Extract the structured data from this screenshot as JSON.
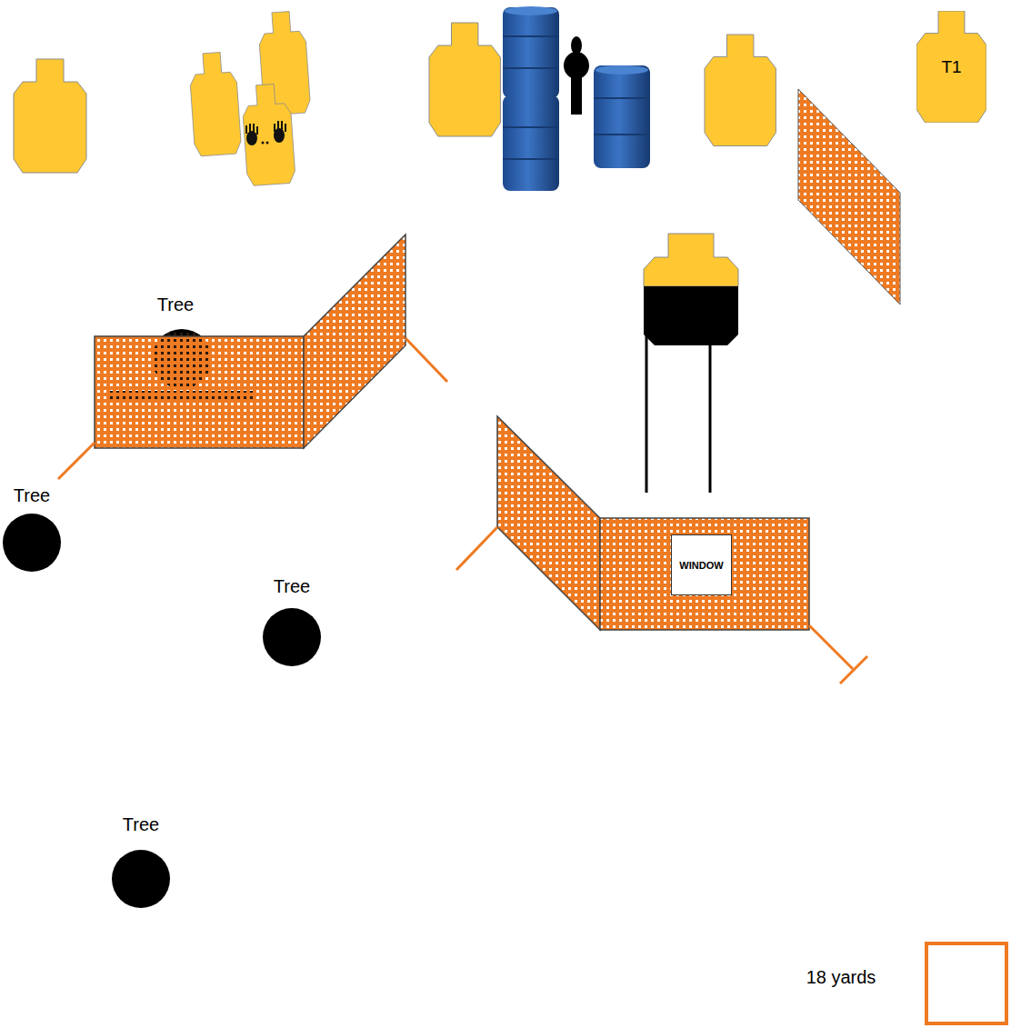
{
  "diagram": {
    "nodes": [
      {
        "text": [
          "Tree"
        ]
      },
      {
        "text": [
          "T1"
        ]
      },
      {
        "text": [
          "Tree"
        ]
      },
      {
        "text": [
          "WINDOW"
        ]
      },
      {
        "text": [
          "Tree"
        ]
      },
      {
        "text": [
          "Tree"
        ]
      }
    ],
    "legend": [
      {
        "text": "18 yards"
      }
    ]
  }
}
